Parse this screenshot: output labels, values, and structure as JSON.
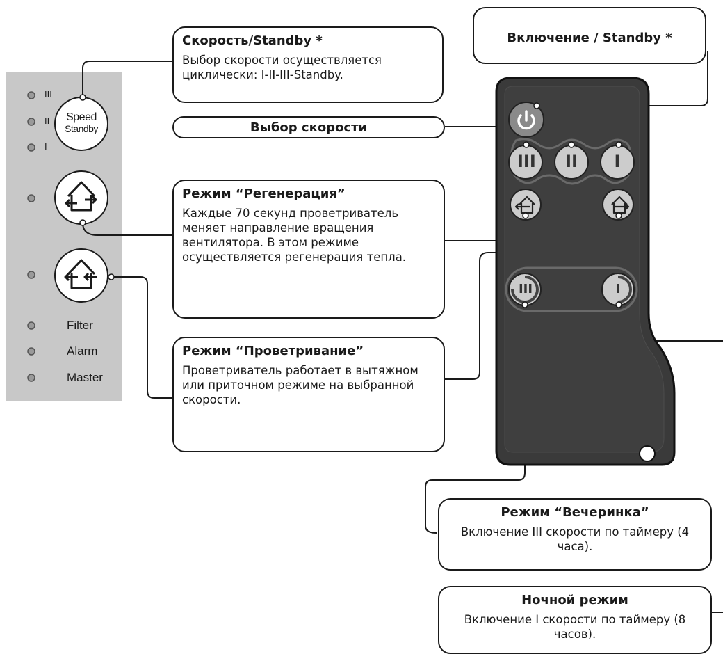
{
  "panel": {
    "speed_levels": [
      "III",
      "II",
      "I"
    ],
    "speed_button": {
      "line1": "Speed",
      "line2": "Standby"
    },
    "status": [
      "Filter",
      "Alarm",
      "Master"
    ]
  },
  "callouts": {
    "speed_standby": {
      "title": "Скорость/Standby *",
      "text": "Выбор скорости осуществляется циклически: I-II-III-Standby."
    },
    "power": {
      "title": "Включение / Standby *"
    },
    "speed_select": {
      "title": "Выбор скорости"
    },
    "regeneration": {
      "title": "Режим “Регенерация”",
      "text": "Каждые 70 секунд проветриватель меняет направление вращения вентилятора. В этом режиме осуществляется регенерация тепла."
    },
    "ventilation": {
      "title": "Режим “Проветривание”",
      "text": "Проветриватель работает в вытяжном или приточном режиме на выбранной скорости."
    },
    "party": {
      "title": "Режим “Вечеринка”",
      "text": "Включение III скорости по таймеру (4 часа)."
    },
    "night": {
      "title": "Ночной режим",
      "text": "Включение I скорости по таймеру (8 часов)."
    }
  },
  "remote": {
    "speed_buttons": [
      "III",
      "II",
      "I"
    ]
  },
  "colors": {
    "remote_body": "#3a3a3a",
    "remote_button": "#cccccc",
    "power_button": "#8a8a8a",
    "panel_bg": "#c8c8c8"
  }
}
